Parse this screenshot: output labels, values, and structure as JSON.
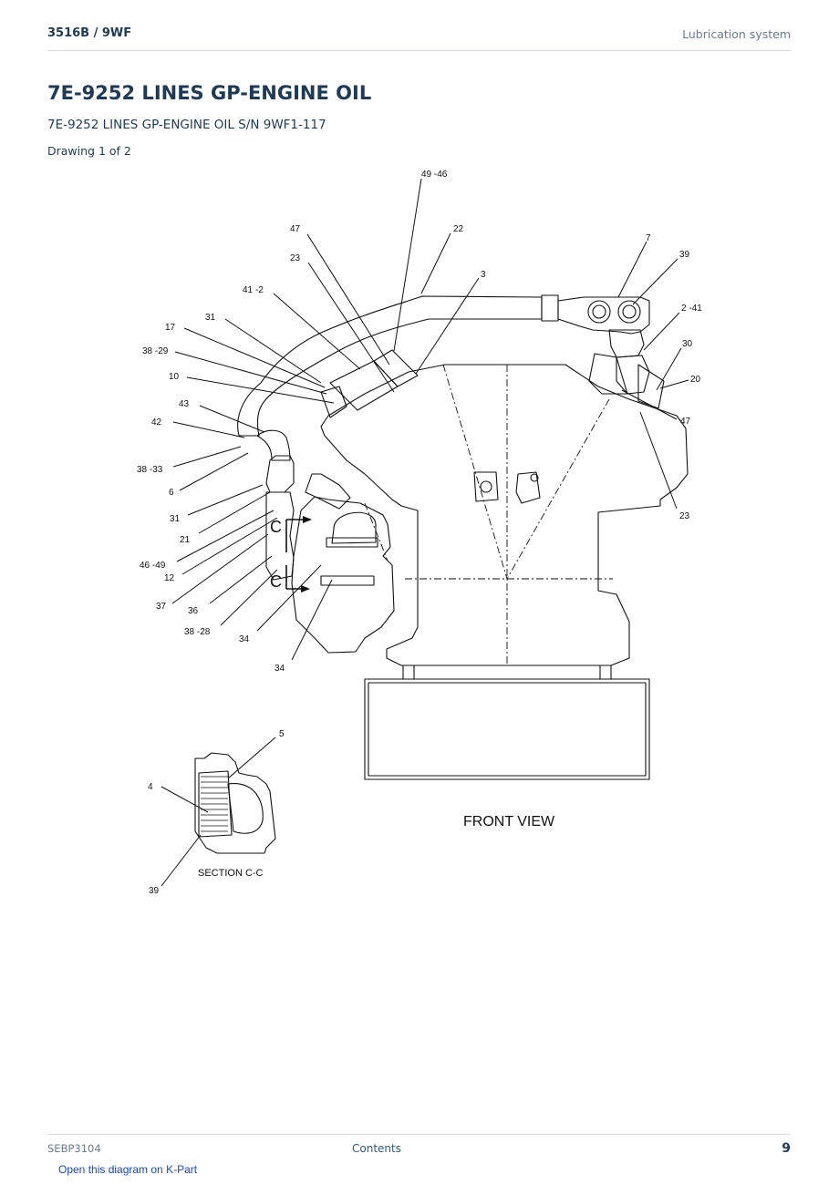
{
  "header": {
    "model": "3516B  /  9WF",
    "section": "Lubrication system"
  },
  "title": "7E-9252 LINES GP-ENGINE OIL",
  "subtitle": "7E-9252 LINES GP-ENGINE OIL S/N 9WF1-117",
  "drawing_label": "Drawing 1 of 2",
  "diagram": {
    "view_label": "FRONT VIEW",
    "section_label": "SECTION C-C",
    "section_marks": [
      "C",
      "C"
    ],
    "callouts": {
      "c49_46": "49 -46",
      "c22": "22",
      "c47a": "47",
      "c23a": "23",
      "c3": "3",
      "c7": "7",
      "c39a": "39",
      "c2_41": "2 -41",
      "c41_2": "41 -2",
      "c31a": "31",
      "c17": "17",
      "c38_29": "38 -29",
      "c10": "10",
      "c43": "43",
      "c42": "42",
      "c30": "30",
      "c20": "20",
      "c47b": "47",
      "c23b": "23",
      "c38_33": "38 -33",
      "c6": "6",
      "c31b": "31",
      "c21": "21",
      "c46_49": "46 -49",
      "c12": "12",
      "c37": "37",
      "c36": "36",
      "c38_28": "38 -28",
      "c34a": "34",
      "c34b": "34",
      "c5": "5",
      "c4": "4",
      "c39b": "39"
    }
  },
  "footer": {
    "doc": "SEBP3104",
    "contents": "Contents",
    "page": "9",
    "link": "Open this diagram on K-Part"
  }
}
